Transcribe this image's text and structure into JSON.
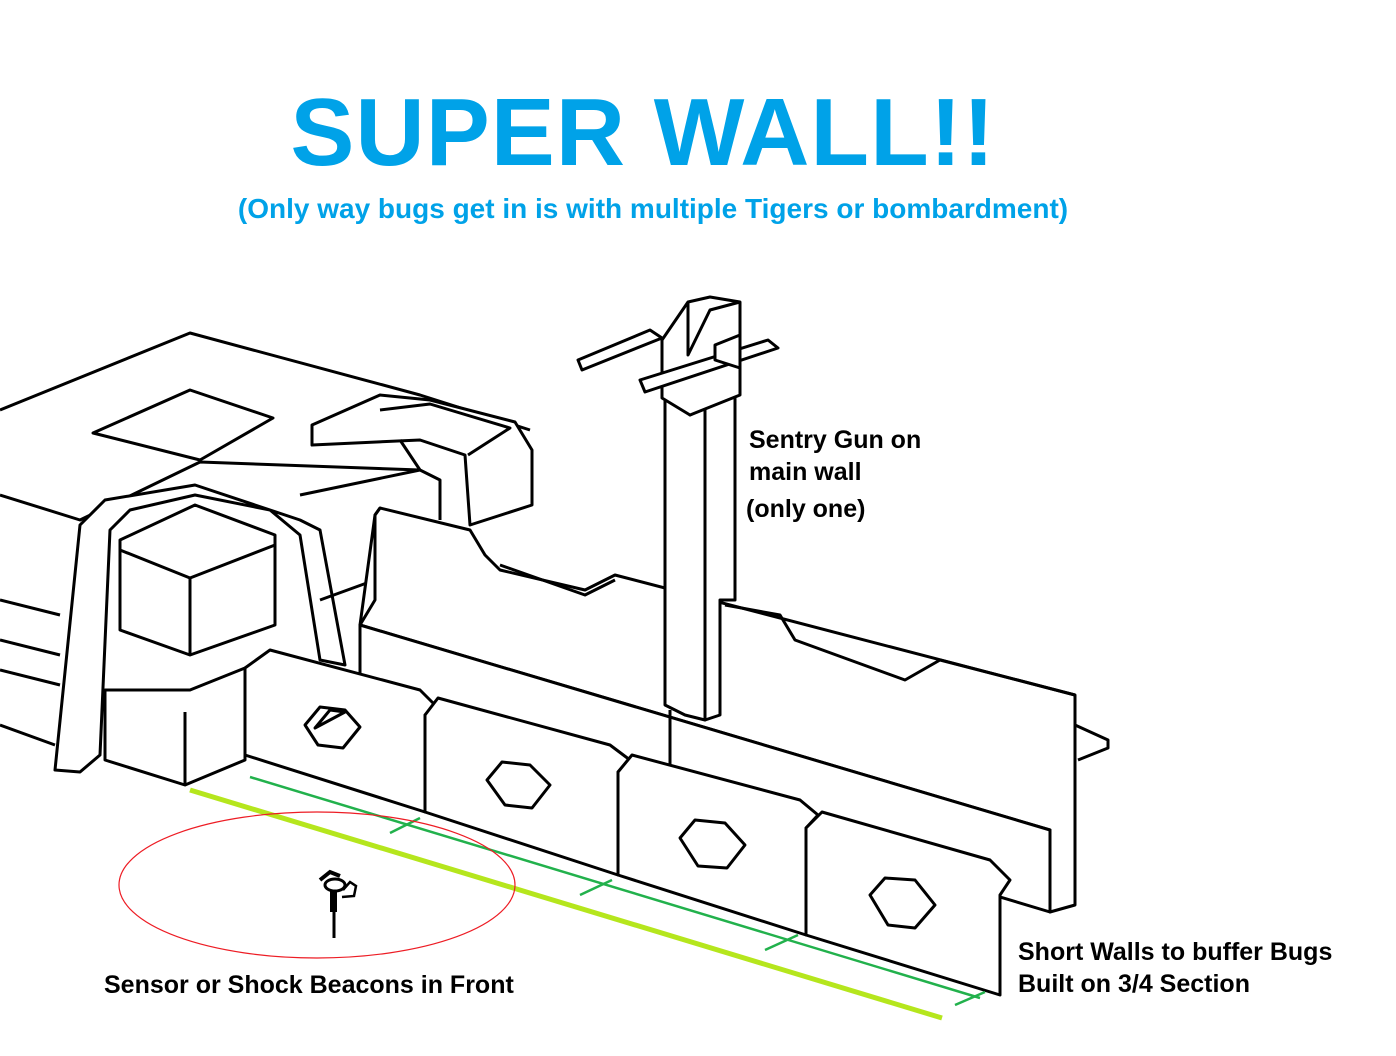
{
  "title": "SUPER WALL!!",
  "subtitle": "(Only way bugs get in is with multiple Tigers or bombardment)",
  "labels": {
    "sentry_line1": "Sentry Gun on",
    "sentry_line2": "main wall",
    "sentry_line3": "(only one)",
    "short_walls_line1": "Short Walls to buffer Bugs",
    "short_walls_line2": "Built on 3/4 Section",
    "beacons": "Sensor or Shock Beacons in Front"
  },
  "colors": {
    "title": "#00a2e8",
    "ground_line": "#b5e61d",
    "measure_line": "#22b14c",
    "beacon_range": "#ed1c24"
  }
}
